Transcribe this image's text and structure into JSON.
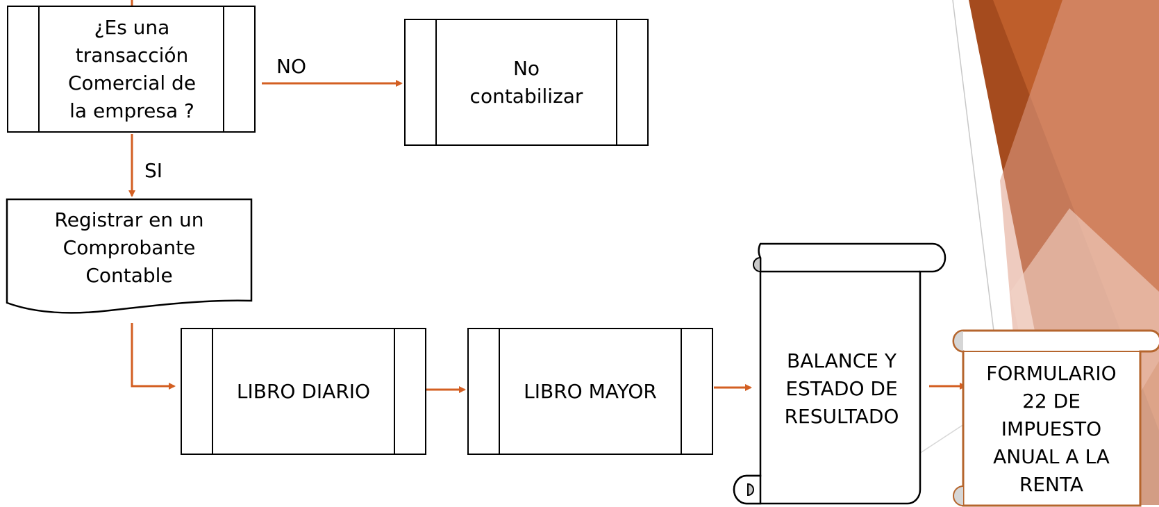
{
  "colors": {
    "arrow": "#d35f22",
    "stroke": "#000000",
    "deco_dark": "#a54b1e",
    "deco_mid": "#c2612e",
    "deco_light": "#e0a08a",
    "deco_pale": "#f2d3c8",
    "form_border": "#b5652d"
  },
  "nodes": {
    "decision": "¿Es una\ntransacción\nComercial de\nla empresa ?",
    "no_contabilizar": "No\ncontabilizar",
    "registrar": "Registrar en un\nComprobante\nContable",
    "libro_diario": "LIBRO DIARIO",
    "libro_mayor": "LIBRO MAYOR",
    "balance": "BALANCE Y\nESTADO DE\nRESULTADO",
    "formulario": "FORMULARIO\n22 DE\nIMPUESTO\nANUAL A LA\nRENTA"
  },
  "edges": {
    "no_label": "NO",
    "si_label": "SI"
  }
}
